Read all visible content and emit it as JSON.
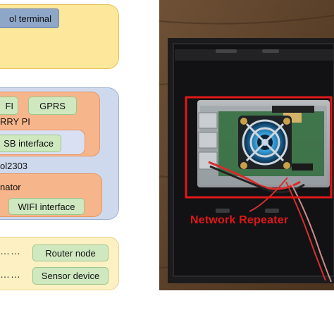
{
  "diagram": {
    "control_terminal": "ol terminal",
    "wifi_box": "FI",
    "gprs_box": "GPRS",
    "raspberry_label": "RRY PI",
    "usb_interface": "SB interface",
    "pl2303_label": "ol2303",
    "emulator_label": "nator",
    "wifi_interface": "WIFI interface",
    "router_dots": "……",
    "router_node": "Router node",
    "sensor_dots": "……",
    "sensor_device": "Sensor device"
  },
  "photo": {
    "caption": "Network Repeater",
    "highlight_color": "#e01818"
  }
}
